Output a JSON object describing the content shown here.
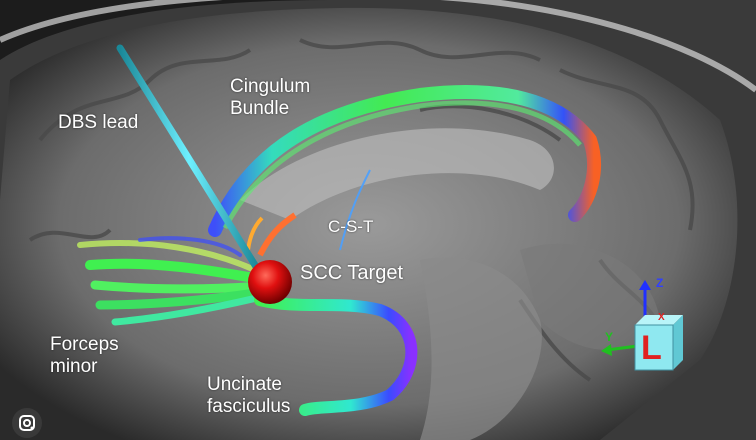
{
  "labels": {
    "dbs_lead": "DBS lead",
    "cingulum_line1": "Cingulum",
    "cingulum_line2": "Bundle",
    "cst": "C-S-T",
    "scc_target": "SCC Target",
    "forceps_line1": "Forceps",
    "forceps_line2": "minor",
    "uncinate_line1": "Uncinate",
    "uncinate_line2": "fasciculus"
  },
  "orientation_cube": {
    "letter": "L",
    "axis_z": "Z",
    "axis_y": "Y",
    "axis_x": "X"
  },
  "colors": {
    "tract_green": "#3cf05a",
    "tract_blue": "#3a4cff",
    "target_red": "#e01010",
    "lead_cyan": "#2ec8d8",
    "cube_face": "#8fe8f0"
  },
  "icons": {
    "lens": "google-lens-icon"
  }
}
